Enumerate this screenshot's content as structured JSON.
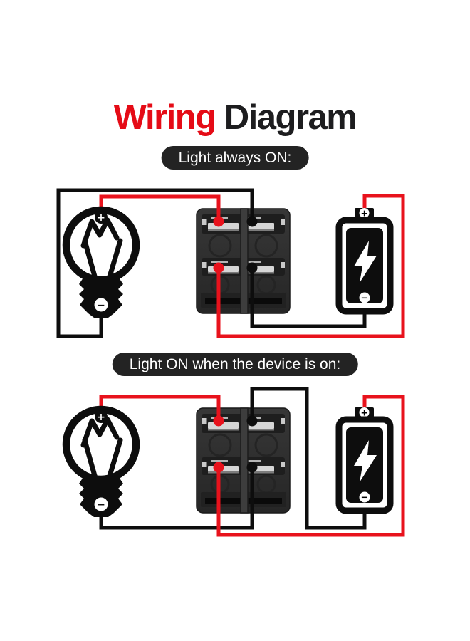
{
  "title": {
    "word1": "Wiring",
    "word2": "Diagram"
  },
  "sections": [
    {
      "label": "Light always ON:"
    },
    {
      "label": "Light ON when the device is on:"
    }
  ],
  "symbols": {
    "plus": "+",
    "minus": "−"
  },
  "components": {
    "bulb": "light-bulb",
    "switch": "rocker-switch-back",
    "battery": "battery"
  },
  "colors": {
    "background": "#ffffff",
    "title_red": "#e50b16",
    "title_dark": "#1d1d1f",
    "pill_bg": "#232323",
    "pill_text": "#ffffff",
    "wire_red": "#e8121c",
    "wire_black": "#0d0d0d",
    "switch_body": "#2e2e2e",
    "terminal_silver": "#d6d6d6"
  }
}
